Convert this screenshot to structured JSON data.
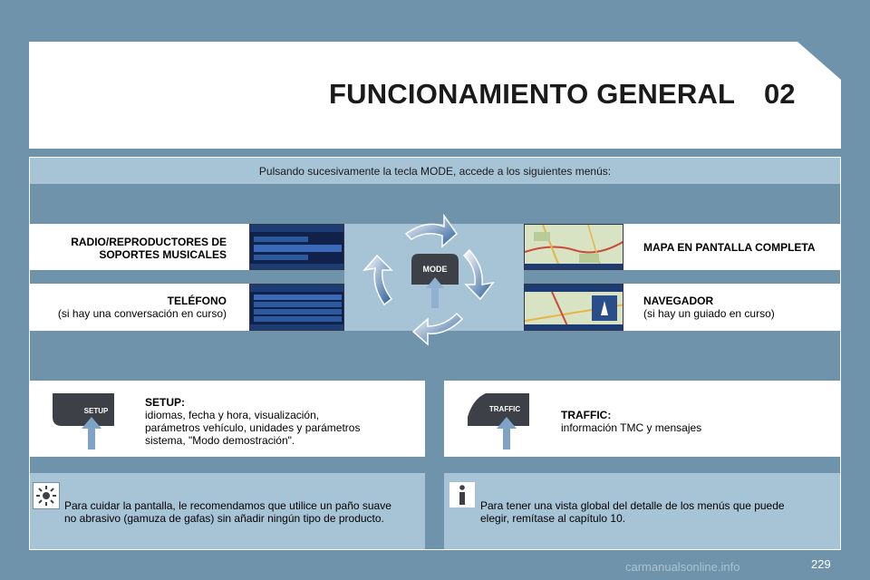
{
  "header": {
    "title": "FUNCIONAMIENTO GENERAL",
    "chapter": "02"
  },
  "intro": "Pulsando sucesivamente la tecla MODE, accede a los siguientes menús:",
  "menus": {
    "radio": {
      "line1": "RADIO/REPRODUCTORES DE",
      "line2": "SOPORTES MUSICALES"
    },
    "telefono": {
      "title": "TELÉFONO",
      "detail": "(si hay una conversación en curso)"
    },
    "mapa": {
      "title": "MAPA EN  PANTALLA COMPLETA"
    },
    "navegador": {
      "title": "NAVEGADOR",
      "detail": "(si hay un guiado en curso)"
    }
  },
  "mode_button": "MODE",
  "setup": {
    "button": "SETUP",
    "title": "SETUP:",
    "lines": [
      "idiomas, fecha y hora, visualización,",
      "parámetros vehículo, unidades y parámetros",
      "sistema, \"Modo demostración\"."
    ]
  },
  "traffic": {
    "button": "TRAFFIC",
    "title": "TRAFFIC:",
    "lines": [
      "información TMC y mensajes"
    ]
  },
  "notes": {
    "care": {
      "lines": [
        "Para cuidar la pantalla, le recomendamos que utilice un paño suave",
        "no abrasivo (gamuza de gafas) sin añadir ningún tipo de producto."
      ]
    },
    "info": {
      "lines": [
        "Para tener una vista global del detalle de los menús que puede",
        "elegir, remítase al capítulo 10."
      ]
    }
  },
  "page_number": "229",
  "watermark": "carmanualsonline.info",
  "colors": {
    "background": "#6e93aa",
    "band": "#a7c3d6",
    "card": "#ffffff"
  },
  "icons": [
    "refresh-arrows",
    "sun-icon",
    "info-icon",
    "up-arrow-icon"
  ]
}
